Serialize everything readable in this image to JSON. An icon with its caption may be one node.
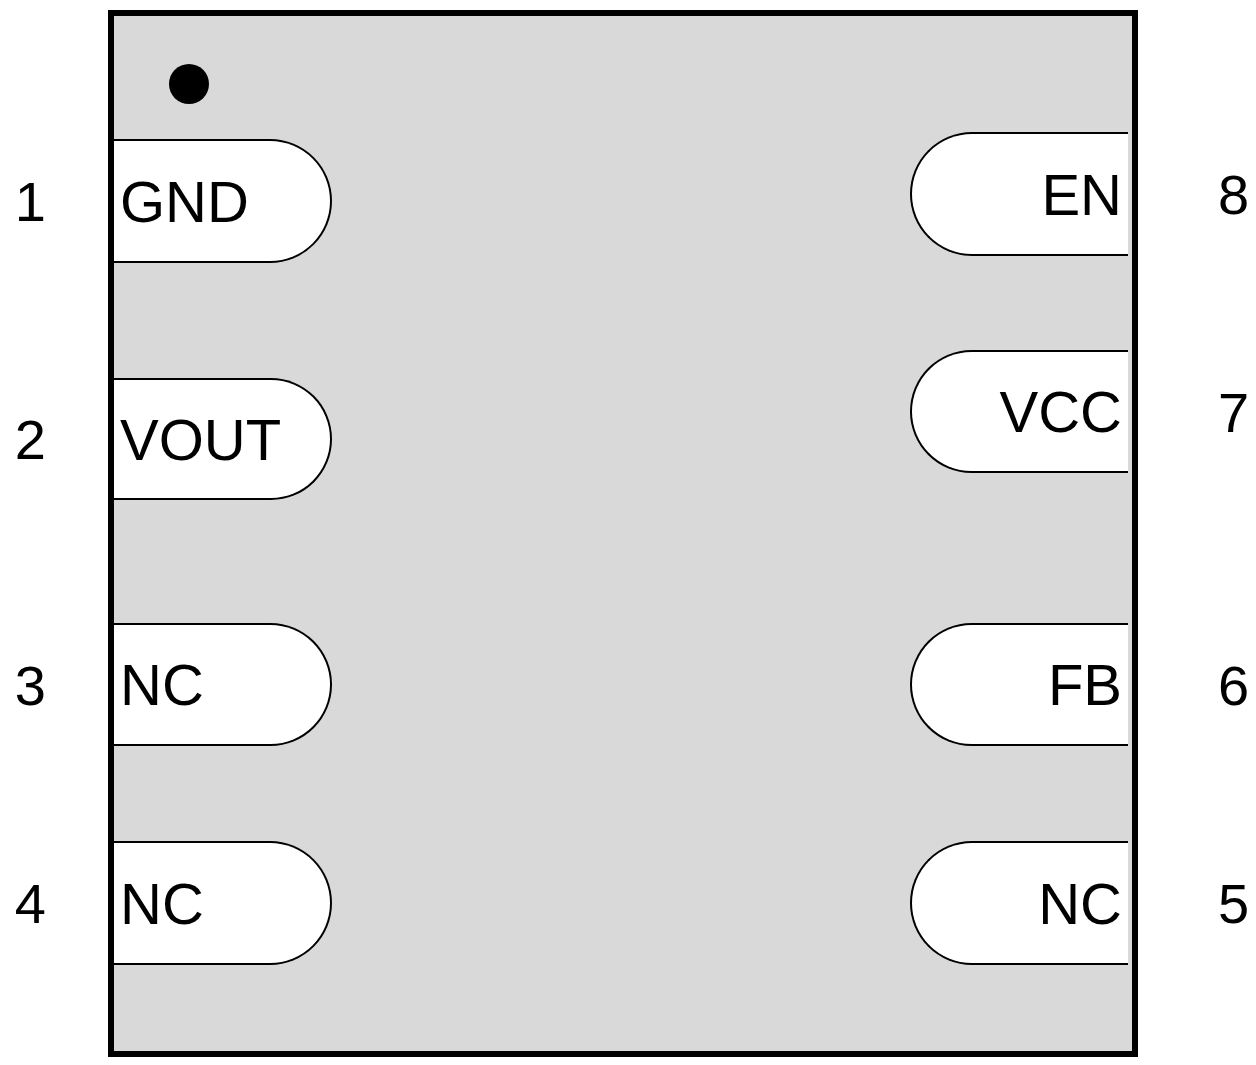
{
  "diagram": {
    "nodes": [
      {
        "text": [],
        "shape": "box"
      },
      {
        "text": [
          "GND"
        ],
        "in": 0,
        "beside": [
          "1"
        ]
      },
      {
        "text": [
          "VOUT"
        ],
        "in": 0,
        "beside": [
          "2"
        ]
      },
      {
        "text": [
          "NC"
        ],
        "in": 0,
        "beside": [
          "3"
        ]
      },
      {
        "text": [
          "NC"
        ],
        "in": 0,
        "beside": [
          "4"
        ]
      },
      {
        "text": [
          "EN"
        ],
        "in": 0,
        "beside": [
          "8"
        ]
      },
      {
        "text": [
          "VCC"
        ],
        "in": 0,
        "beside": [
          "7"
        ]
      },
      {
        "text": [
          "FB"
        ],
        "in": 0,
        "beside": [
          "6"
        ]
      },
      {
        "text": [
          "NC"
        ],
        "in": 0,
        "beside": [
          "5"
        ]
      }
    ]
  }
}
